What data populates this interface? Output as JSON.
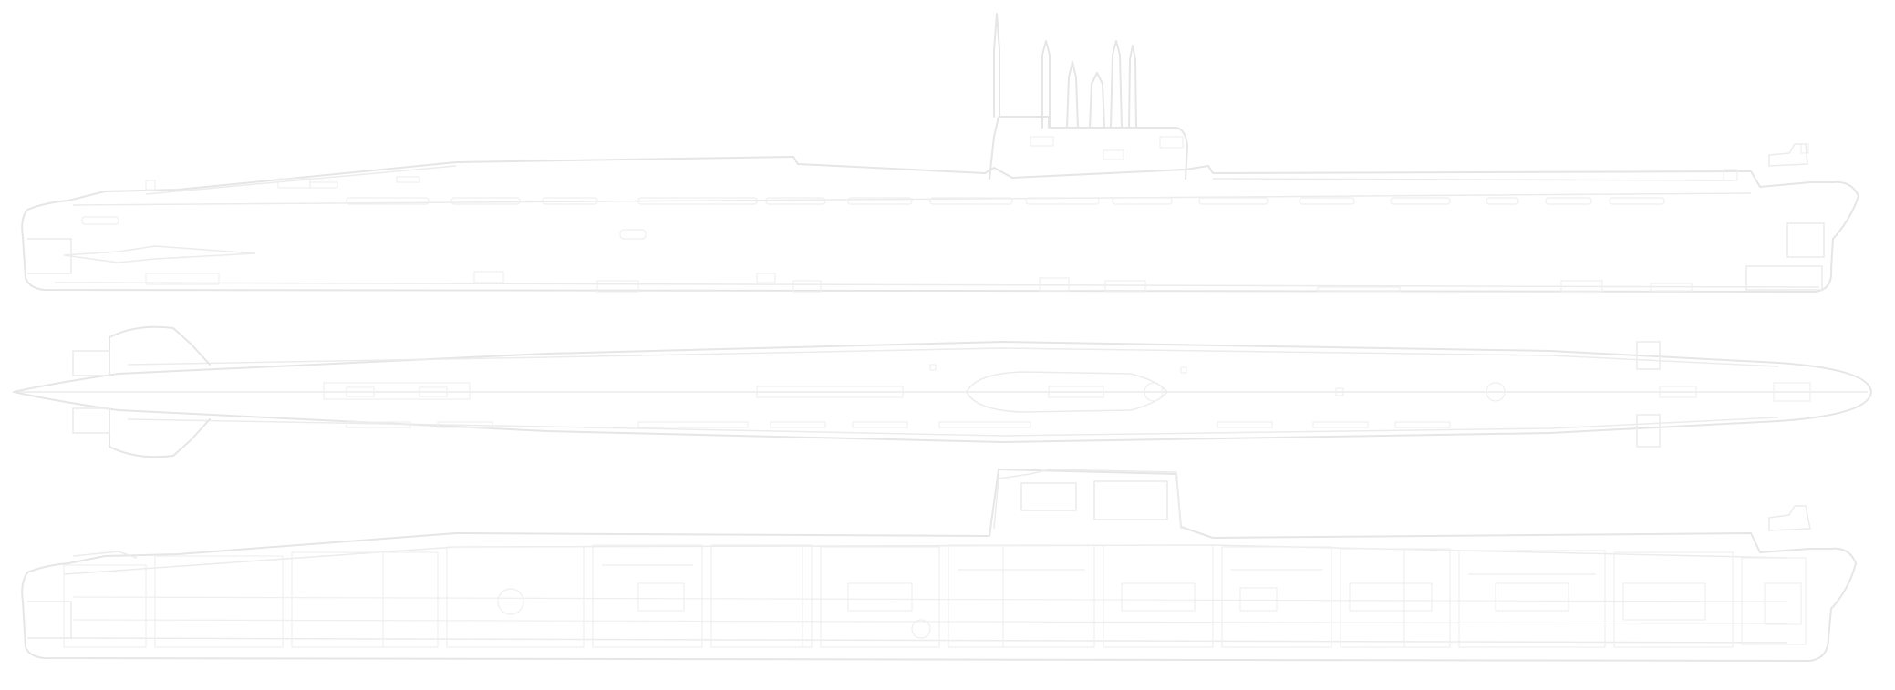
{
  "figure": {
    "views": [
      {
        "id": "side-profile"
      },
      {
        "id": "plan-view"
      },
      {
        "id": "cutaway-profile"
      }
    ],
    "colors": {
      "background": "#ffffff",
      "line": "#e6e6e6",
      "detail": "#efefef"
    }
  }
}
